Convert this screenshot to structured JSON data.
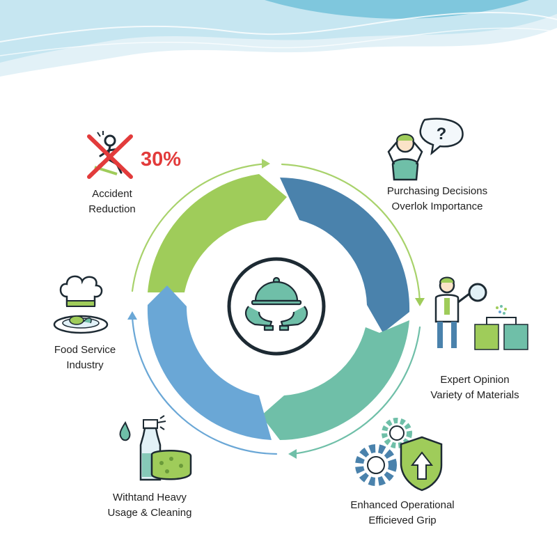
{
  "center_icon": "serving-cloche-hands-icon",
  "colors": {
    "segment_green": "#9fcc5a",
    "segment_blue": "#4a82ac",
    "segment_teal": "#6fbfa8",
    "segment_light_blue": "#6aa7d6",
    "accent_red": "#e23b3b",
    "ring_dark": "#1d2a33"
  },
  "steps": [
    {
      "icon": "accident-cross-icon",
      "value": "30%",
      "line1": "Accident",
      "line2": "Reduction"
    },
    {
      "icon": "confused-person-question-icon",
      "line1": "Purchasing Decisions",
      "line2": "Overlok Importance"
    },
    {
      "icon": "expert-magnifier-materials-icon",
      "line1": "Expert Opinion",
      "line2": "Variety of Materials"
    },
    {
      "icon": "gears-shield-arrow-icon",
      "line1": "Enhanced Operational",
      "line2": "Efficieved Grip"
    },
    {
      "icon": "spray-bottle-sponge-icon",
      "line1": "Withtand Heavy",
      "line2": "Usage & Cleaning"
    },
    {
      "icon": "chef-hat-plate-icon",
      "line1": "Food Service",
      "line2": "Industry"
    }
  ]
}
